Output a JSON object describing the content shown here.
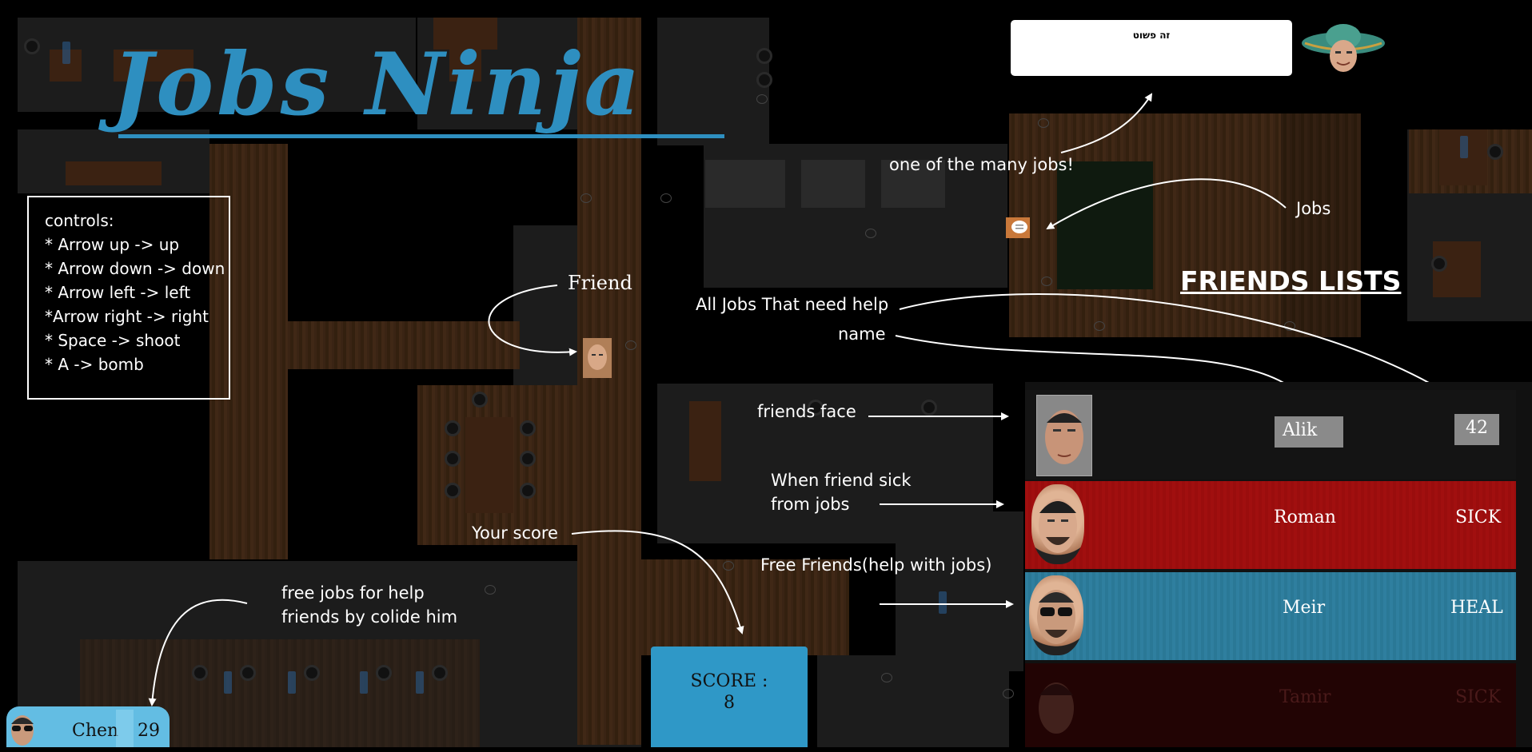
{
  "title": "Jobs Ninja",
  "controls": {
    "heading": "controls:",
    "lines": [
      "* Arrow up -> up",
      "* Arrow down -> down",
      "* Arrow left -> left",
      "*Arrow right -> right",
      "* Space -> shoot",
      "* A -> bomb"
    ]
  },
  "annotations": {
    "friend": "Friend",
    "one_of_jobs": "one of the many jobs!",
    "jobs": "Jobs",
    "all_jobs": "All Jobs That need help",
    "name": "name",
    "friends_face": "friends face",
    "sick_line1": "When friend sick",
    "sick_line2": "from jobs",
    "your_score": "Your score",
    "free_friends": "Free Friends(help with   jobs)",
    "free_jobs_line1": "free jobs for help",
    "free_jobs_line2": "friends by colide him"
  },
  "job_box_text": "זה פשוט",
  "friends_list_title": "FRIENDS LISTS",
  "friends": [
    {
      "name": "Alik",
      "value": "42",
      "state": "normal"
    },
    {
      "name": "Roman",
      "value": "SICK",
      "state": "sick"
    },
    {
      "name": "Meir",
      "value": "HEAL",
      "state": "heal"
    },
    {
      "name": "Tamir",
      "value": "SICK",
      "state": "dim"
    }
  ],
  "score": {
    "label": "SCORE :",
    "value": "8"
  },
  "player": {
    "name": "Chen",
    "jobs": "29"
  },
  "colors": {
    "accent": "#2e8fc0",
    "sick": "#a01010",
    "heal": "#2f7f9f",
    "score_bg": "#2f98c7"
  }
}
